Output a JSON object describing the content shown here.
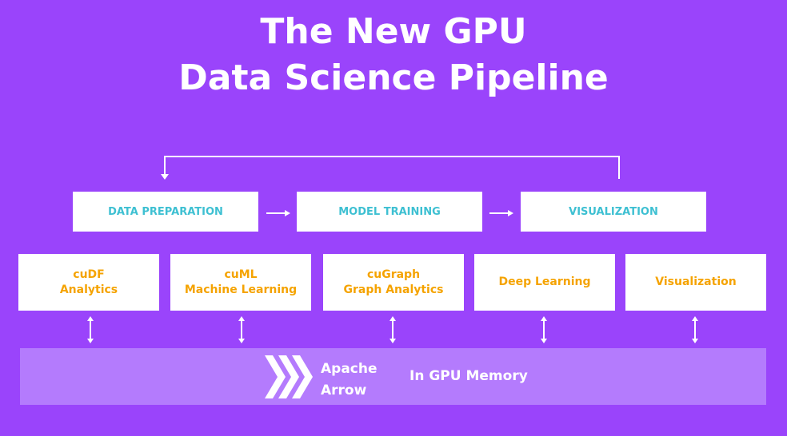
{
  "title": {
    "line1": "The New GPU",
    "line2": "Data Science Pipeline"
  },
  "stages": [
    {
      "label": "DATA PREPARATION"
    },
    {
      "label": "MODEL TRAINING"
    },
    {
      "label": "VISUALIZATION"
    }
  ],
  "libraries": [
    {
      "line1": "cuDF",
      "line2": "Analytics"
    },
    {
      "line1": "cuML",
      "line2": "Machine Learning"
    },
    {
      "line1": "cuGraph",
      "line2": "Graph Analytics"
    },
    {
      "line1": "Deep Learning",
      "line2": ""
    },
    {
      "line1": "Visualization",
      "line2": ""
    }
  ],
  "memory": {
    "logo_line1": "Apache",
    "logo_line2": "Arrow",
    "label": "In GPU Memory",
    "icon": "apache-arrow-chevrons-icon"
  },
  "colors": {
    "background": "#9a44fb",
    "stage_text": "#3ec0d2",
    "library_text": "#f5a300",
    "memory_bar": "#b47bfd"
  }
}
